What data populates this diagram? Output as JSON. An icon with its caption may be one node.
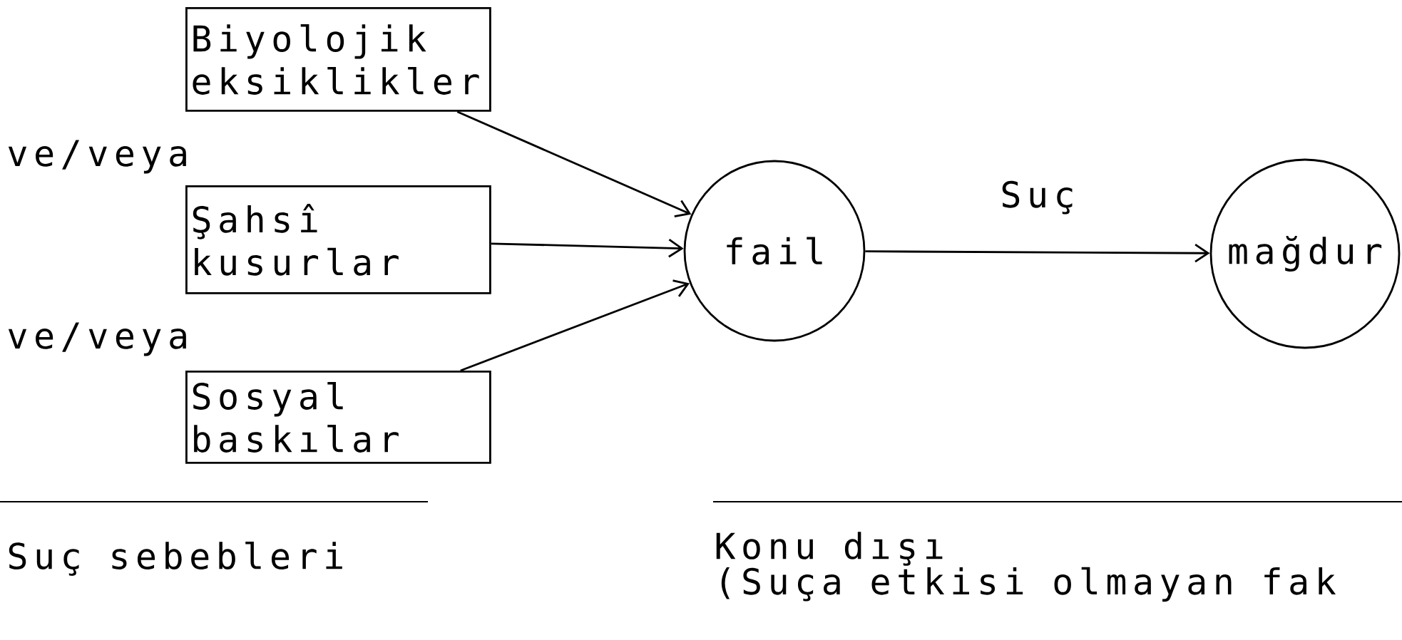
{
  "diagram": {
    "nodes": [
      {
        "text": [
          "Biyolojik eksiklikler"
        ]
      },
      {
        "text": [
          "Şahsî kusurlar"
        ]
      },
      {
        "text": [
          "Sosyal baskılar"
        ]
      },
      {
        "text": [
          "fail"
        ]
      },
      {
        "text": [
          "mağdur"
        ]
      }
    ],
    "edges": [
      {
        "from": 0,
        "to": 3,
        "arrow": "to"
      },
      {
        "from": 1,
        "to": 3,
        "arrow": "to"
      },
      {
        "from": 2,
        "to": 3,
        "arrow": "to"
      },
      {
        "from": 3,
        "to": 4,
        "arrow": "to",
        "label": "Suç"
      }
    ],
    "labels": [
      "ve/veya",
      "ve/veya",
      "Suç sebebleri",
      "Konu dışı",
      "(Suça etkisi olmayan fak"
    ]
  }
}
